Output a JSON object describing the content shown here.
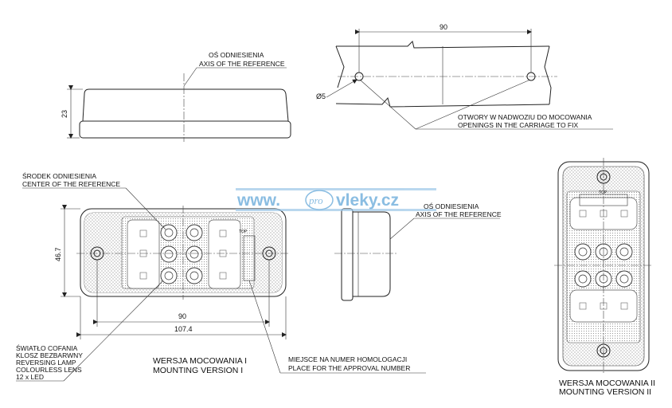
{
  "watermark": {
    "left": "www.",
    "middle": "pro",
    "right": "vleky.cz"
  },
  "dimensions": {
    "height_side": "23",
    "width_holes_top": "90",
    "hole_dia": "Ø5",
    "height_front": "46.7",
    "width_holes_front": "90",
    "width_total": "107.4"
  },
  "labels": {
    "axis_top_pl": "OŚ ODNIESIENIA",
    "axis_top_en": "AXIS OF THE REFERENCE",
    "openings_pl": "OTWORY W NADWOZIU DO MOCOWANIA",
    "openings_en": "OPENINGS IN THE CARRIAGE TO FIX",
    "center_pl": "ŚRODEK ODNIESIENIA",
    "center_en": "CENTER OF THE REFERENCE",
    "axis_mid_pl": "OŚ ODNIESIENIA",
    "axis_mid_en": "AXIS OF THE REFERENCE",
    "lamp_1": "ŚWIATŁO COFANIA",
    "lamp_2": "KLOSZ BEZBARWNY",
    "lamp_3": "REVERSING LAMP",
    "lamp_4": "COLOURLESS LENS",
    "lamp_5": "12 x LED",
    "approval_pl": "MIEJSCE NA NUMER HOMOLOGACJI",
    "approval_en": "PLACE FOR THE APPROVAL NUMBER",
    "top_mark": "TOP"
  },
  "captions": {
    "v1_pl": "WERSJA MOCOWANIA I",
    "v1_en": "MOUNTING VERSION I",
    "v2_pl": "WERSJA MOCOWANIA II",
    "v2_en": "MOUNTING VERSION II"
  }
}
